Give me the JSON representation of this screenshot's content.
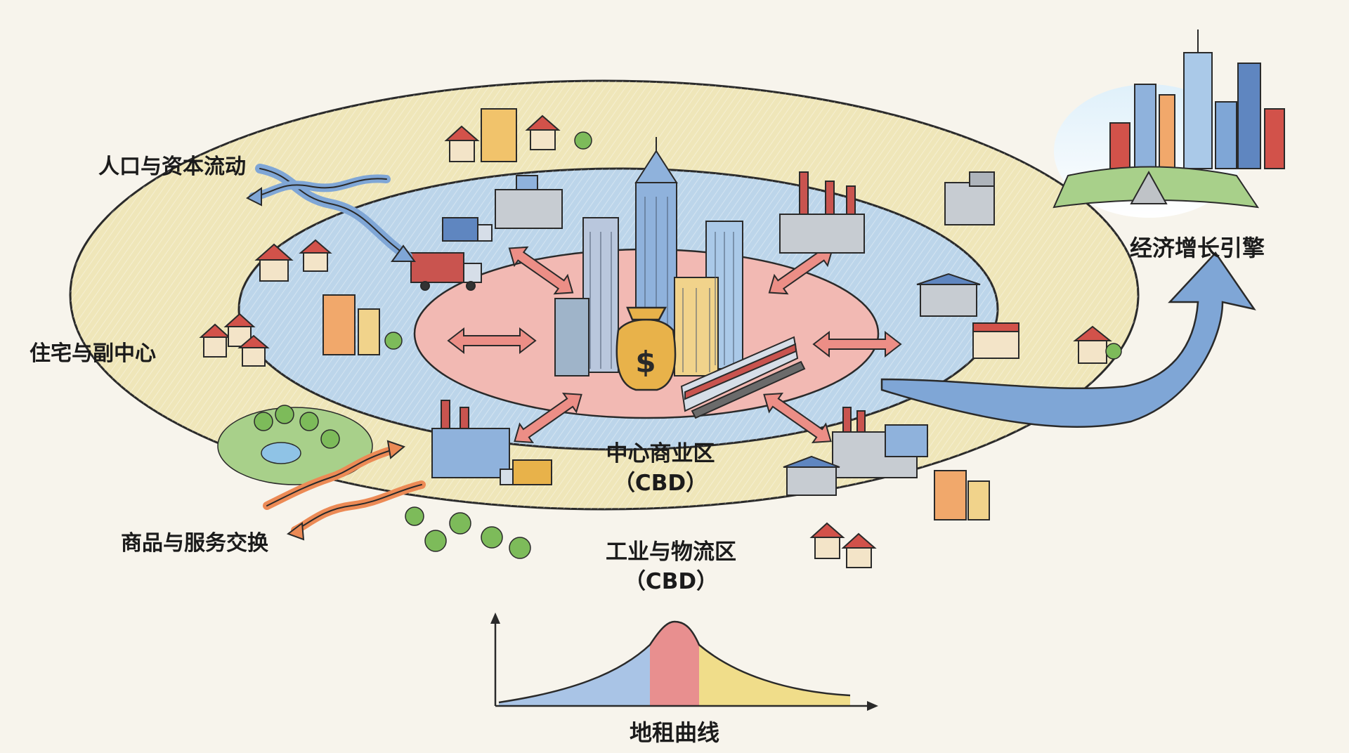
{
  "labels": {
    "population_capital_flow": "人口与资本流动",
    "residential_subcenter": "住宅与副中心",
    "goods_services_exchange": "商品与服务交换",
    "cbd_name": "中心商业区",
    "cbd_abbr": "（CBD）",
    "industrial_name": "工业与物流区",
    "industrial_abbr": "（CBD）",
    "growth_engine": "经济增长引擎",
    "rent_curve": "地租曲线",
    "money_symbol": "$"
  },
  "colors": {
    "background": "#f7f4ec",
    "outer_ring": "#efe6b9",
    "middle_ring": "#bcd5ea",
    "core": "#f2b9b3",
    "arrow_red": "#ec8e86",
    "arrow_blue": "#7fa6d6",
    "arrow_orange": "#ec8a55",
    "rent_blue": "#a9c4e6",
    "rent_red": "#e88f8f",
    "rent_yellow": "#f0dd8a"
  }
}
